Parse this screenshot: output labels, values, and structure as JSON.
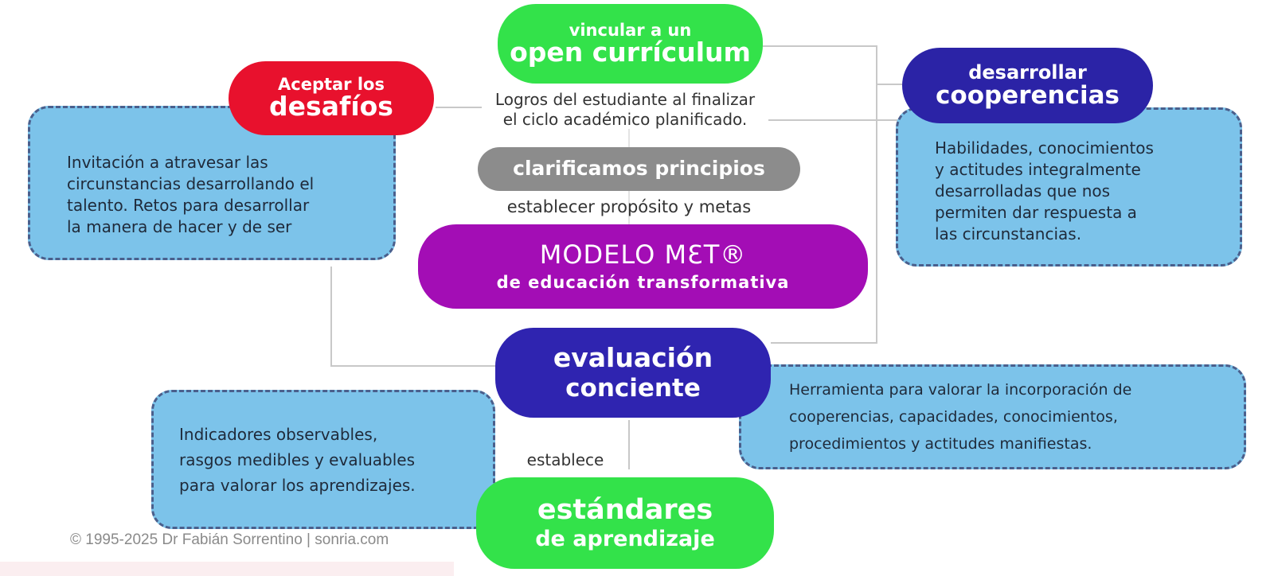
{
  "nodes": {
    "open_curriculum": {
      "line1": "vincular a un",
      "line2": "open currículum",
      "color": "#33e24a"
    },
    "desafios": {
      "line1": "Aceptar los",
      "line2": "desafíos",
      "color": "#e8112d"
    },
    "cooperencias": {
      "line1": "desarrollar",
      "line2": "cooperencias",
      "color": "#2b23a6"
    },
    "principios": {
      "label": "clarificamos principios",
      "color": "#8c8c8c"
    },
    "modelo": {
      "line1": "MODELO MƐT®",
      "line2": "de educación transformativa",
      "color": "#a30db5"
    },
    "evaluacion": {
      "line1": "evaluación",
      "line2": "conciente",
      "color": "#2f24b0"
    },
    "estandares": {
      "line1": "estándares",
      "line2": "de aprendizaje",
      "color": "#33e24a"
    }
  },
  "notes": {
    "logros": [
      "Logros del estudiante al finalizar",
      "el ciclo académico planificado."
    ],
    "proposito": "establecer propósito y metas",
    "establece": "establece"
  },
  "boxes": {
    "desafios": [
      "Invitación a atravesar las",
      "circunstancias desarrollando el",
      "talento. Retos para desarrollar",
      "la manera de hacer y de ser"
    ],
    "cooperencias": [
      "Habilidades, conocimientos",
      "y actitudes integralmente",
      "desarrolladas que nos",
      "permiten dar respuesta a",
      "las circunstancias."
    ],
    "evaluacion": [
      "Herramienta para valorar la incorporación de",
      "cooperencias, capacidades, conocimientos,",
      "procedimientos y actitudes manifiestas."
    ],
    "estandares": [
      "Indicadores observables,",
      "rasgos medibles y evaluables",
      "para valorar los aprendizajes."
    ]
  },
  "footer": {
    "copyright": "© 1995-2025 Dr Fabián Sorrentino | sonria.com"
  }
}
